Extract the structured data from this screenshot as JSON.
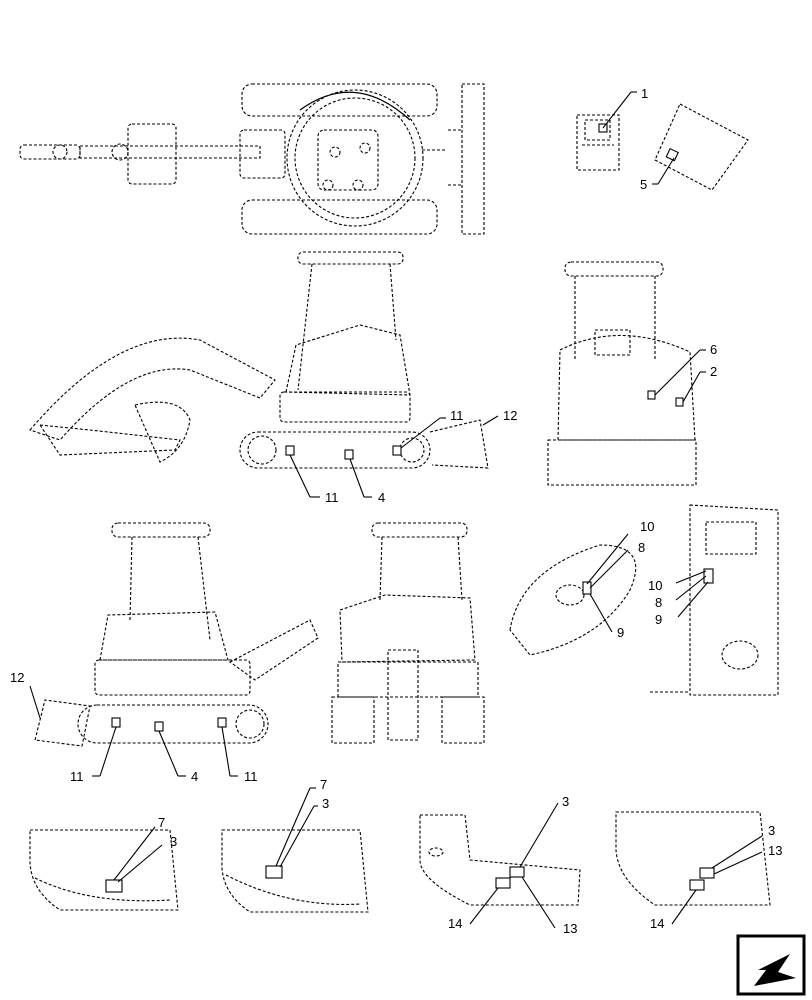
{
  "callouts": {
    "top_right": [
      "1",
      "5"
    ],
    "left_side": [
      "11",
      "12",
      "11",
      "4"
    ],
    "rear": [
      "6",
      "2"
    ],
    "right_side": [
      "12",
      "11",
      "4",
      "11"
    ],
    "front": [],
    "cab_detail_a": [
      "10",
      "8",
      "9"
    ],
    "cab_detail_b": [
      "10",
      "8",
      "9"
    ],
    "frame_a": [
      "7",
      "3"
    ],
    "frame_b": [
      "7",
      "3"
    ],
    "frame_c": [
      "3",
      "14",
      "13"
    ],
    "frame_d": [
      "3",
      "13",
      "14"
    ]
  },
  "nav_icon": "arrow-icon"
}
